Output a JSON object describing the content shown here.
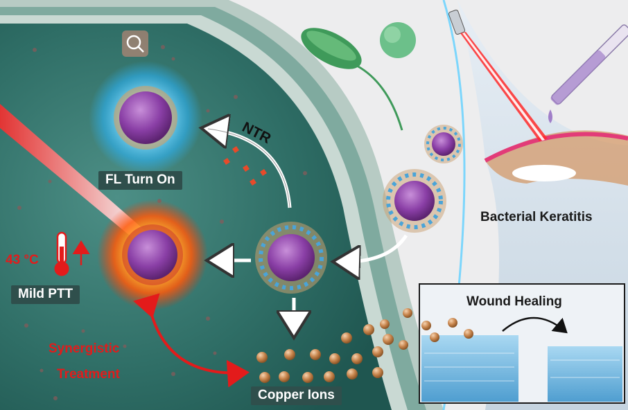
{
  "labels": {
    "fl_turn_on": "FL Turn On",
    "ntr": "NTR",
    "temperature": "43 °C",
    "mild_ptt": "Mild PTT",
    "synergistic": "Synergistic",
    "treatment": "Treatment",
    "copper_ions": "Copper Ions",
    "bacterial_keratitis": "Bacterial Keratitis",
    "wound_healing": "Wound Healing"
  },
  "icons": {
    "zoom": "magnifier-icon",
    "thermometer": "thermometer-icon",
    "dropper": "dropper-icon",
    "laser": "laser-pen-icon"
  },
  "colors": {
    "cell_fill": "#2f6e66",
    "label_box": "#2f4f4c",
    "red_text": "#e31b1b",
    "nanoparticle_core": "#8a3fa6",
    "copper": "#c8864e",
    "laser": "#ff2a2a"
  }
}
